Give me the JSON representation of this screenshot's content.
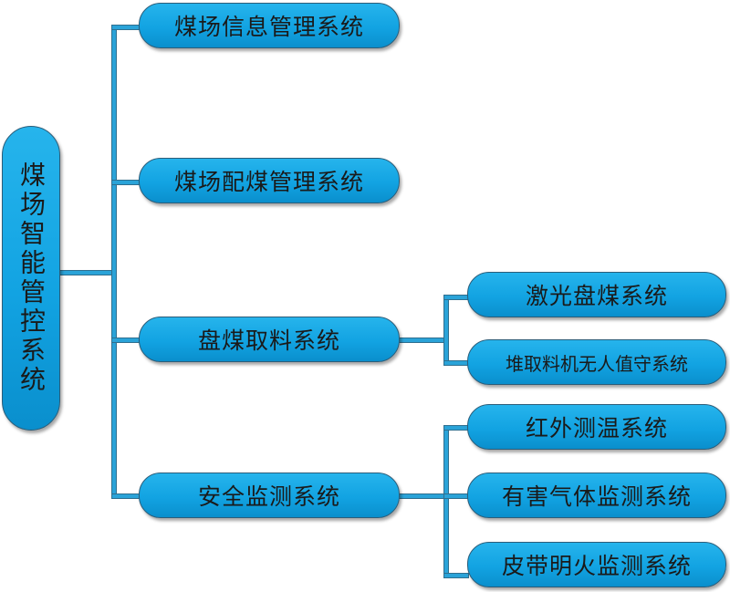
{
  "diagram": {
    "root": {
      "label": "煤场智能管控系统"
    },
    "branches": [
      {
        "label": "煤场信息管理系统",
        "children": []
      },
      {
        "label": "煤场配煤管理系统",
        "children": []
      },
      {
        "label": "盘煤取料系统",
        "children": [
          {
            "label": "激光盘煤系统"
          },
          {
            "label": "堆取料机无人值守系统"
          }
        ]
      },
      {
        "label": "安全监测系统",
        "children": [
          {
            "label": "红外测温系统"
          },
          {
            "label": "有害气体监测系统"
          },
          {
            "label": "皮带明火监测系统"
          }
        ]
      }
    ],
    "colors": {
      "node_fill": "#12a3e2",
      "node_border": "#2c5d79",
      "connector": "#2aa3d8"
    }
  }
}
